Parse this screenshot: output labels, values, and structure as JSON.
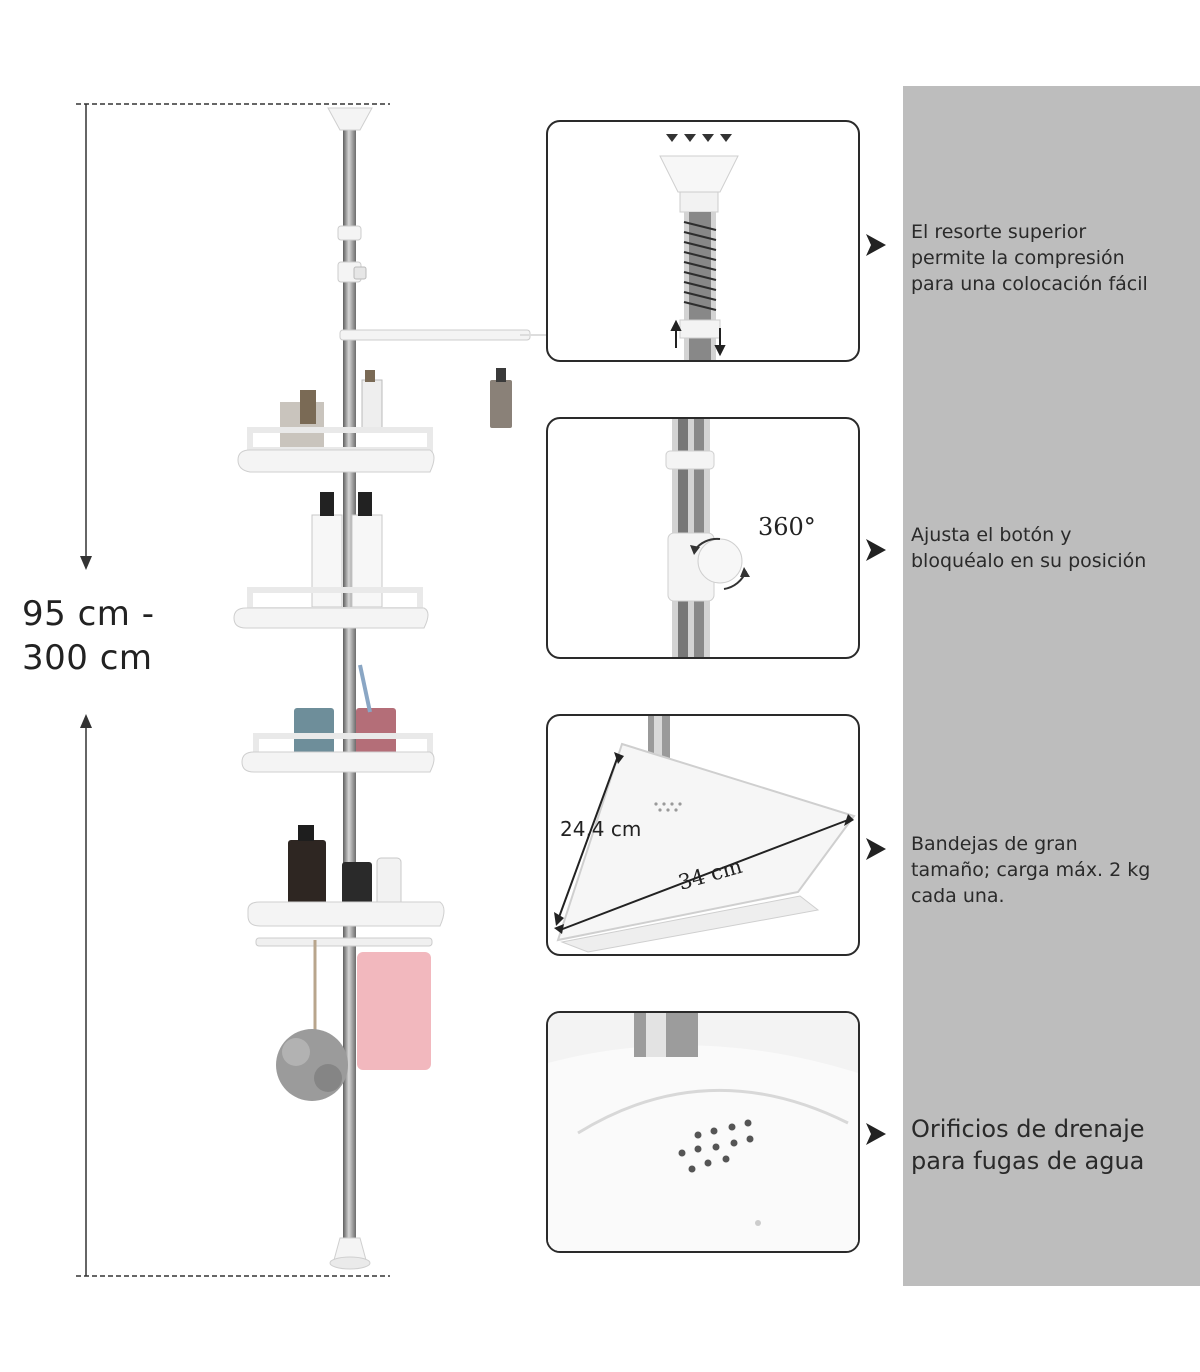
{
  "height_range": {
    "line1": "95 cm -",
    "line2": "300 cm"
  },
  "features": [
    {
      "lines": [
        "El resorte superior",
        "permite la compresión",
        "para una colocación fácil"
      ]
    },
    {
      "lines": [
        "Ajusta el botón y",
        "bloquéalo en su posición"
      ],
      "badge": "360°"
    },
    {
      "lines": [
        "Bandejas de gran",
        "tamaño; carga máx. 2 kg",
        "cada una."
      ],
      "dim_depth": "24,4 cm",
      "dim_width": "34 cm"
    },
    {
      "lines": [
        "Orificios de drenaje",
        "para fugas de agua"
      ]
    }
  ],
  "colors": {
    "panel": "#bdbdbd",
    "pole": "#8c8c8c",
    "shelf": "#f4f4f4",
    "border": "#2a2a2a",
    "towel": "#f2b8be"
  }
}
